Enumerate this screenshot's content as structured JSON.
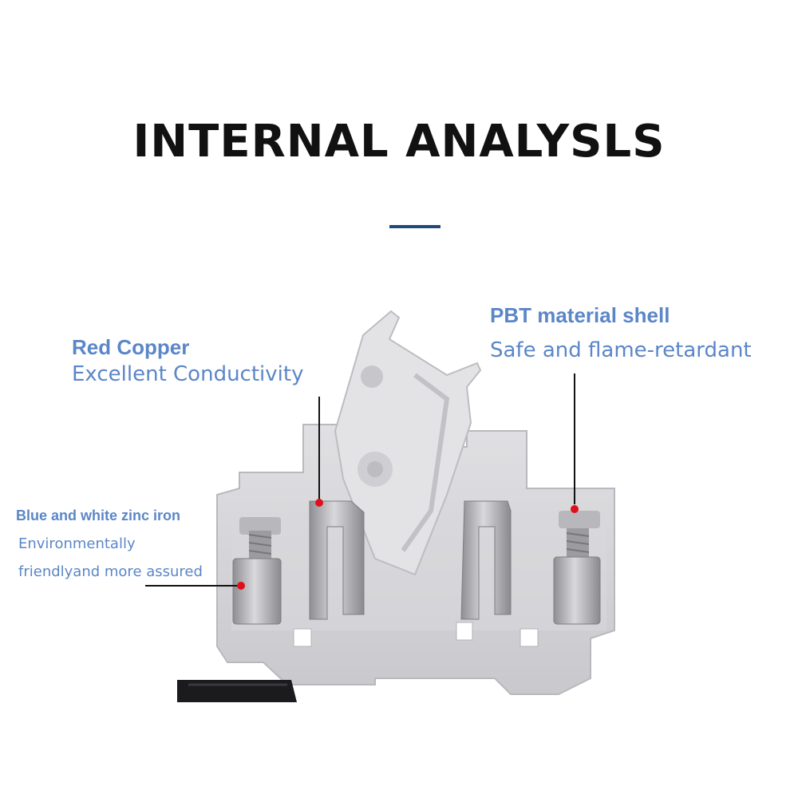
{
  "title": "INTERNAL ANALYSLS",
  "callouts": {
    "pbt": {
      "heading": "PBT material shell",
      "detail": "Safe and flame-retardant"
    },
    "copper": {
      "heading": "Red Copper",
      "detail": "Excellent Conductivity"
    },
    "zinc": {
      "heading": "Blue and white zinc iron",
      "line1": "Environmentally",
      "line2": "friendlyand more assured"
    }
  },
  "colors": {
    "title": "#111111",
    "accent_rule": "#1f4a7a",
    "callout_text": "#5b86c8",
    "marker_dot": "#e0101a",
    "leader_line": "#111111",
    "housing": "#d3d3d6",
    "metal": "#a9a9ad"
  }
}
